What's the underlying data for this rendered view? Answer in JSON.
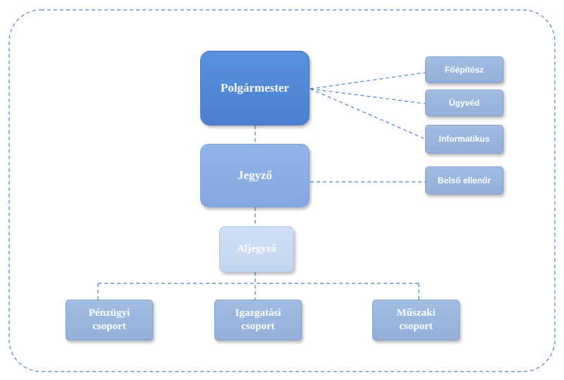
{
  "colors": {
    "border_dashed": "#4a7fc8",
    "mayor_fill": "#4f86d6",
    "notary_fill": "#89aee4",
    "deputy_fill": "#c8dbf3",
    "leaf_fill": "#98b4dd",
    "text": "#ffffff"
  },
  "nodes": {
    "mayor": "Polgármester",
    "notary": "Jegyző",
    "deputy": "Aljegyző",
    "architect": "Főépítész",
    "lawyer": "Ügyvéd",
    "it": "Informatikus",
    "auditor": "Belső ellenőr",
    "finance_line1": "Pénzügyi",
    "finance_line2": "csoport",
    "admin_line1": "Igazgatási",
    "admin_line2": "csoport",
    "technical_line1": "Műszaki",
    "technical_line2": "csoport"
  }
}
